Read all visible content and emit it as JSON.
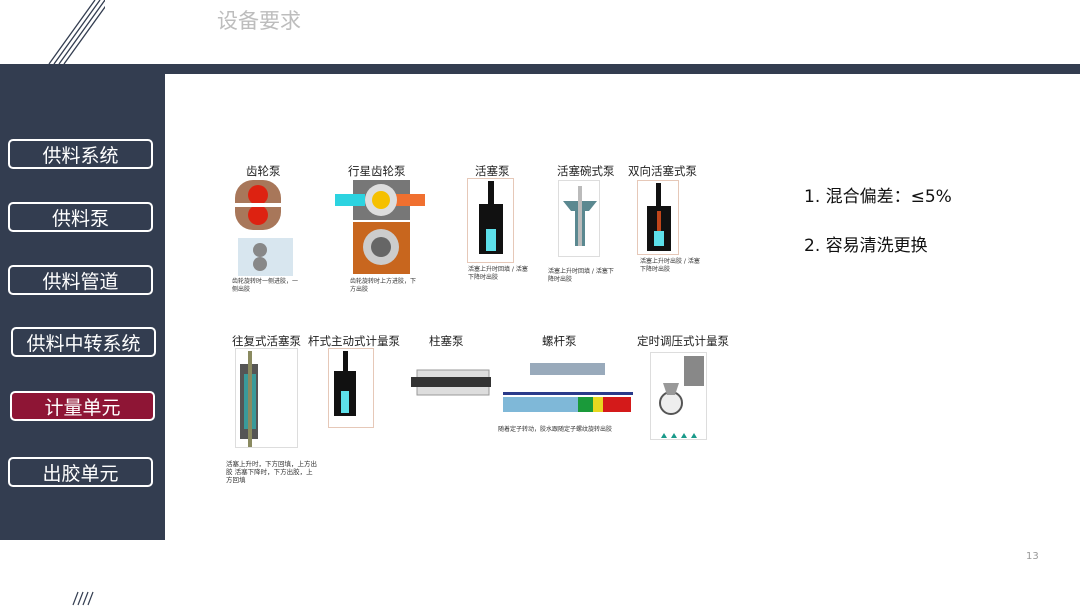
{
  "header": {
    "title": "设备要求"
  },
  "sidebar": {
    "items": [
      {
        "label": "供料系统",
        "active": false
      },
      {
        "label": "供料泵",
        "active": false
      },
      {
        "label": "供料管道",
        "active": false
      },
      {
        "label": "供料中转系统",
        "active": false
      },
      {
        "label": "计量单元",
        "active": true
      },
      {
        "label": "出胶单元",
        "active": false
      }
    ],
    "active_color": "#8e1535",
    "bg_color": "#333d50"
  },
  "pumps_row1": [
    {
      "name": "齿轮泵",
      "caption": "齿轮旋转时一侧进胶，一侧出胶"
    },
    {
      "name": "行星齿轮泵",
      "caption": "齿轮旋转时上方进胶，下方出胶"
    },
    {
      "name": "活塞泵",
      "caption": "活塞上升时回填 / 活塞下降时出胶"
    },
    {
      "name": "活塞碗式泵",
      "caption": "活塞上升时回填 / 活塞下降时出胶"
    },
    {
      "name": "双向活塞式泵",
      "caption": "活塞上升时出胶 / 活塞下降时出胶"
    }
  ],
  "pumps_row2": [
    {
      "name": "往复式活塞泵",
      "caption": "活塞上升时，下方回填，上方出胶 活塞下降时，下方出胶，上方回填"
    },
    {
      "name": "杆式主动式计量泵",
      "caption": ""
    },
    {
      "name": "柱塞泵",
      "caption": ""
    },
    {
      "name": "螺杆泵",
      "caption": "随着定子转动，胶水跟随定子螺纹旋转出胶"
    },
    {
      "name": "定时调压式计量泵",
      "caption": ""
    }
  ],
  "requirements": [
    "1.  混合偏差：≤5%",
    "2. 容易清洗更换"
  ],
  "page_number": "13"
}
